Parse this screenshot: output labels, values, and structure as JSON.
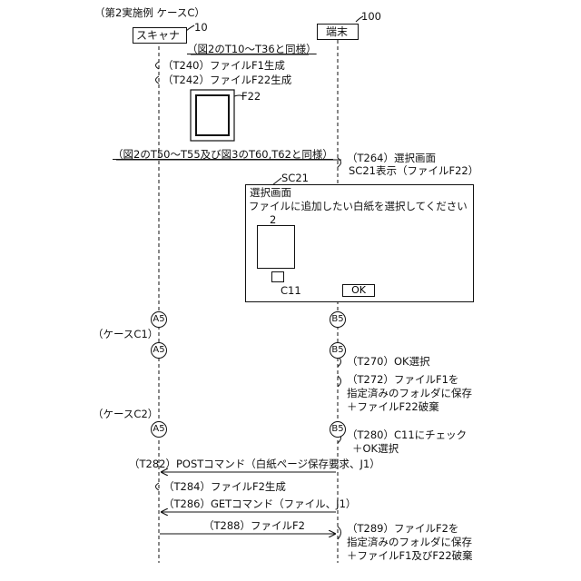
{
  "header": {
    "case_title": "（第2実施例 ケースC）"
  },
  "actors": {
    "scanner": {
      "label": "スキャナ",
      "ref": "10"
    },
    "terminal": {
      "label": "端末",
      "ref": "100"
    }
  },
  "notes": {
    "same_as_fig2_a": "（図2のT10〜T36と同様）",
    "same_as_fig2_3": "（図2のT50〜T55及び図3のT60,T62と同様）"
  },
  "steps": {
    "t240": "（T240）ファイルF1生成",
    "t242": "（T242）ファイルF22生成",
    "f22_label": "F22",
    "t264_line1": "（T264）選択画面",
    "t264_line2": "SC21表示（ファイルF22）",
    "t270": "（T270）OK選択",
    "t272_line1": "（T272）ファイルF1を",
    "t272_line2": "指定済みのフォルダに保存",
    "t272_line3": "＋ファイルF22破棄",
    "t280_line1": "（T280）C11にチェック",
    "t280_line2": "＋OK選択",
    "t282": "（T282）POSTコマンド（白紙ページ保存要求、J1）",
    "t284": "（T284）ファイルF2生成",
    "t286": "（T286）GETコマンド（ファイル、J1）",
    "t288": "（T288）ファイルF2",
    "t289_line1": "（T289）ファイルF2を",
    "t289_line2": "指定済みのフォルダに保存",
    "t289_line3": "＋ファイルF1及びF22破棄"
  },
  "screen": {
    "ref": "SC21",
    "title": "選択画面",
    "message": "ファイルに追加したい白紙を選択してください",
    "page_number": "2",
    "checkbox_label": "C11",
    "ok_button": "OK"
  },
  "cases": {
    "c1": "（ケースC1）",
    "c2": "（ケースC2）"
  },
  "connectors": {
    "a5": "A5",
    "b5": "B5"
  }
}
